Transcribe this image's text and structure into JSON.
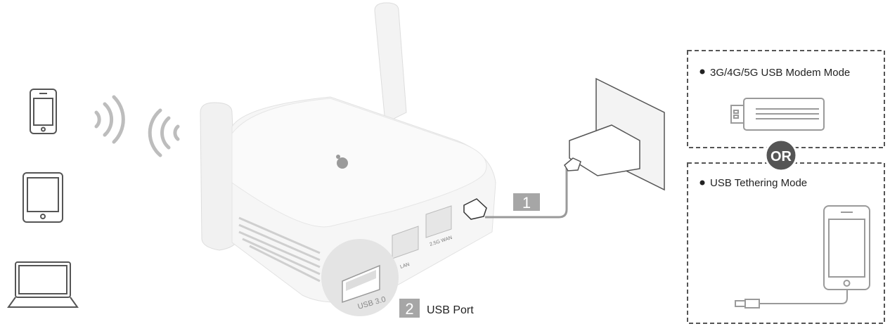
{
  "colors": {
    "line": "#555555",
    "light": "#e9e9e9",
    "badge": "#a6a6a6",
    "or_badge": "#555555",
    "cable": "#9a9a9a"
  },
  "devices": [
    {
      "name": "smartphone",
      "icon": "phone-icon"
    },
    {
      "name": "tablet",
      "icon": "tablet-icon"
    },
    {
      "name": "laptop",
      "icon": "laptop-icon"
    }
  ],
  "router": {
    "ports": {
      "lan": "LAN",
      "wan": "2.5G WAN",
      "usb": "USB 3.0"
    }
  },
  "steps": [
    {
      "number": "1",
      "label": ""
    },
    {
      "number": "2",
      "label": "USB Port"
    }
  ],
  "modes": {
    "modem": "3G/4G/5G USB Modem Mode",
    "or": "OR",
    "tethering": "USB Tethering Mode"
  }
}
